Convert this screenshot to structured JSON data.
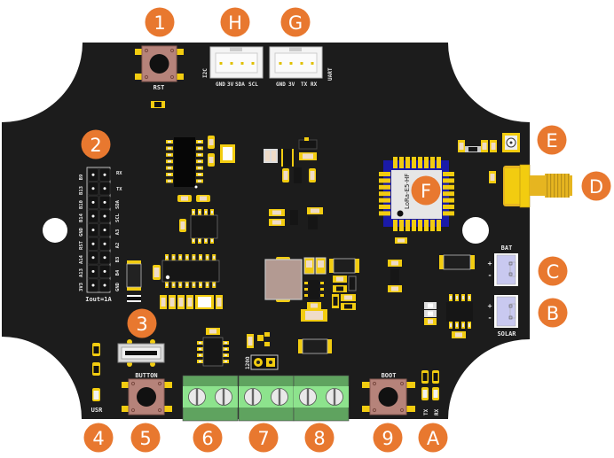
{
  "colors": {
    "board": "#1c1c1c",
    "badge": "#e8782f",
    "silkscreen": "#e6e6e6",
    "pad_gold": "#f2cc10",
    "terminal_green": "#5fa35f",
    "terminal_light": "#8de38d",
    "button_body": "#b6837a",
    "connector_white": "#f4f4f4",
    "connector_lavender": "#c9c9f0",
    "sma_gold": "#e6b520"
  },
  "badges": [
    {
      "id": "1",
      "label": "1",
      "part": "reset-button"
    },
    {
      "id": "2",
      "label": "2",
      "part": "gpio-header"
    },
    {
      "id": "3",
      "label": "3",
      "part": "slide-switch"
    },
    {
      "id": "4",
      "label": "4",
      "part": "usr-led"
    },
    {
      "id": "5",
      "label": "5",
      "part": "user-button"
    },
    {
      "id": "6",
      "label": "6",
      "part": "terminal-block-1"
    },
    {
      "id": "7",
      "label": "7",
      "part": "terminal-block-2"
    },
    {
      "id": "8",
      "label": "8",
      "part": "terminal-block-3"
    },
    {
      "id": "9",
      "label": "9",
      "part": "boot-button"
    },
    {
      "id": "A",
      "label": "A",
      "part": "tx-rx-leds"
    },
    {
      "id": "B",
      "label": "B",
      "part": "solar-connector"
    },
    {
      "id": "C",
      "label": "C",
      "part": "battery-connector"
    },
    {
      "id": "D",
      "label": "D",
      "part": "sma-connector"
    },
    {
      "id": "E",
      "label": "E",
      "part": "ufl-connector"
    },
    {
      "id": "F",
      "label": "F",
      "part": "lora-module"
    },
    {
      "id": "G",
      "label": "G",
      "part": "uart-connector"
    },
    {
      "id": "H",
      "label": "H",
      "part": "i2c-connector"
    }
  ],
  "silkscreen": {
    "rst": "RST",
    "button": "BUTTON",
    "boot": "BOOT",
    "usr": "USR",
    "tx": "TX",
    "rx": "RX",
    "bat": "BAT",
    "solar": "SOLAR",
    "plus": "+",
    "minus": "-",
    "resistor": "120Ω",
    "iout": "Iout=1A",
    "i2c": {
      "title": "I2C",
      "pins": [
        "GND",
        "3V",
        "SDA",
        "SCL"
      ]
    },
    "uart": {
      "title": "UART",
      "pins": [
        "GND",
        "3V",
        "TX",
        "RX"
      ]
    },
    "header_left": [
      "B9",
      "B13",
      "B10",
      "B14",
      "GND",
      "RST",
      "A14",
      "A13",
      "3V3"
    ],
    "header_right": [
      "RX",
      "TX",
      "SDA",
      "SCL",
      "A3",
      "A2",
      "B3",
      "B4",
      "GND"
    ],
    "module": [
      "LoRa-E5-HF"
    ]
  }
}
